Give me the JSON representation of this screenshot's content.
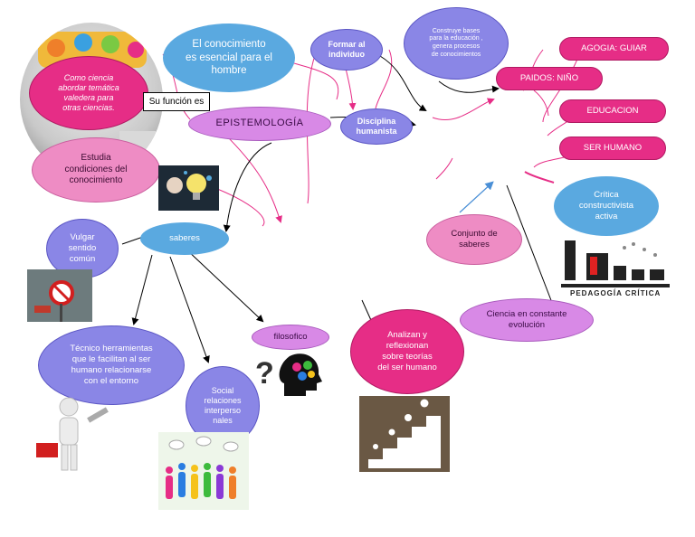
{
  "nodes": {
    "epistemologia": "EPISTEMOLOGÍA",
    "conocimiento_hombre": "El conocimiento\nes esencial para el\nhombre",
    "como_ciencia": "Como ciencia\nabordar temática\nvaledera para\notras ciencias.",
    "su_funcion": "Su función es",
    "estudia": "Estudia\ncondiciones del\nconocimiento",
    "formar_individuo": "Formar al\nindividuo",
    "disciplina": "Disciplina\nhumanista",
    "construye_bases": "Construye bases\npara la educación ,\ngenera procesos\nde conocimientos",
    "agogia": "AGOGIA: GUIAR",
    "paidos": "PAIDOS: NIÑO",
    "educacion": "EDUCACION",
    "ser_humano": "SER HUMANO",
    "critica": "Crítica\nconstructivista\nactiva",
    "conjunto_saberes": "Conjunto de\nsaberes",
    "ciencia_evolucion": "Ciencia en constante\nevolución",
    "analizan": "Analizan y\nreflexionan\nsobre teorías\ndel ser humano",
    "saberes": "saberes",
    "vulgar": "Vulgar\nsentido\ncomún",
    "tecnico": "Técnico herramientas\nque le  facilitan al ser\nhumano relacionarse\ncon el entorno",
    "social": "Social\nrelaciones\ninterperso\nnales",
    "filosofico": "filosofico"
  },
  "image_caption": "PEDAGOGÍA CRÍTICA",
  "colors": {
    "blue": "#5aa9e0",
    "magenta": "#e62d86",
    "violet": "#d889e6",
    "indigo": "#8a86e6",
    "pink": "#ee8cc4"
  }
}
